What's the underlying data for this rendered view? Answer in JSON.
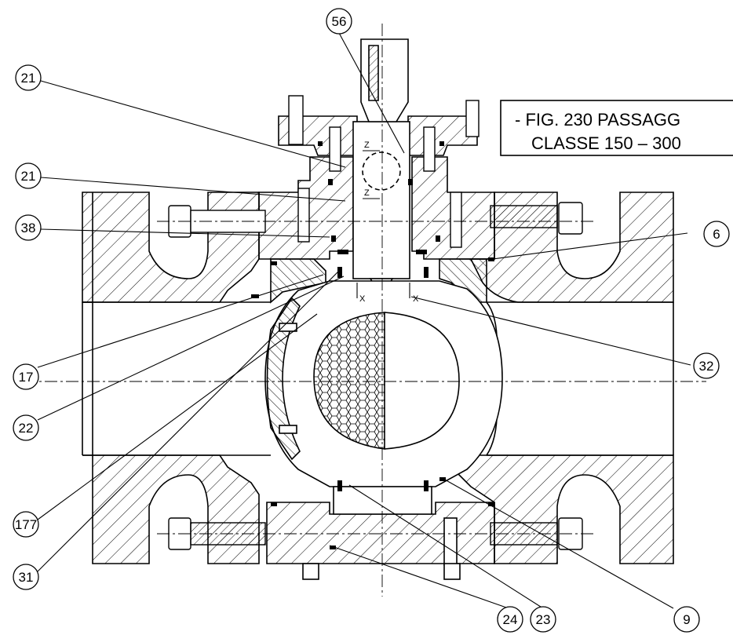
{
  "title_box": {
    "line1": "- FIG. 230 PASSAGG",
    "line2": "CLASSE 150 – 300"
  },
  "section_marks": {
    "z_upper": "Z",
    "z_lower": "Z",
    "x_left": "X",
    "x_right": "X"
  },
  "balloons": {
    "b56": "56",
    "b21a": "21",
    "b21b": "21",
    "b38": "38",
    "b6": "6",
    "b17": "17",
    "b22": "22",
    "b32": "32",
    "b177": "177",
    "b31": "31",
    "b24": "24",
    "b23": "23",
    "b9": "9"
  }
}
